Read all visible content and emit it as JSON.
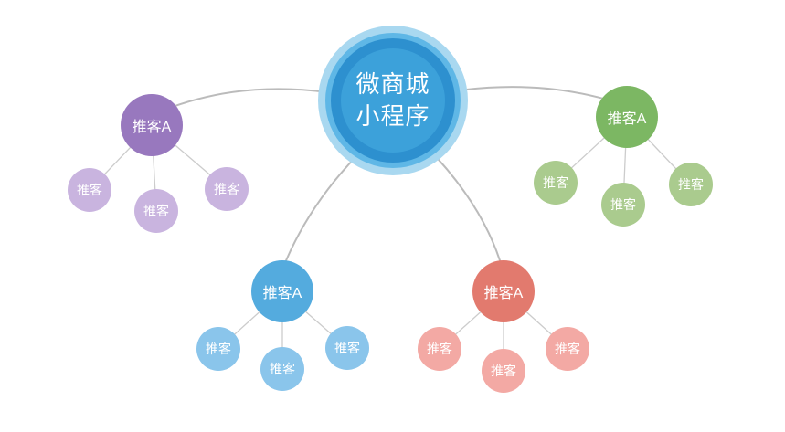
{
  "diagram": {
    "background": "#ffffff",
    "center": {
      "label_line1": "微商城",
      "label_line2": "小程序",
      "text_color": "#ffffff",
      "colors": {
        "outer_ring": "#A9D8F0",
        "mid_ring": "#5FB7E6",
        "rim": "#2D90CF",
        "fill": "#3CA1DA"
      }
    },
    "connectors": {
      "curve_color": "#bbbbbb",
      "branch_line_color": "#cccccc"
    },
    "branches": [
      {
        "name": "purple",
        "parent": {
          "label": "推客A",
          "color": "#9878BE"
        },
        "child_color": "#C9B4DF",
        "children": [
          {
            "label": "推客"
          },
          {
            "label": "推客"
          },
          {
            "label": "推客"
          }
        ]
      },
      {
        "name": "green",
        "parent": {
          "label": "推客A",
          "color": "#7CB763"
        },
        "child_color": "#AACB8E",
        "children": [
          {
            "label": "推客"
          },
          {
            "label": "推客"
          },
          {
            "label": "推客"
          }
        ]
      },
      {
        "name": "blue",
        "parent": {
          "label": "推客A",
          "color": "#54ABDE"
        },
        "child_color": "#8AC5EB",
        "children": [
          {
            "label": "推客"
          },
          {
            "label": "推客"
          },
          {
            "label": "推客"
          }
        ]
      },
      {
        "name": "red",
        "parent": {
          "label": "推客A",
          "color": "#E27A6E"
        },
        "child_color": "#F3A9A4",
        "children": [
          {
            "label": "推客"
          },
          {
            "label": "推客"
          },
          {
            "label": "推客"
          }
        ]
      }
    ]
  }
}
